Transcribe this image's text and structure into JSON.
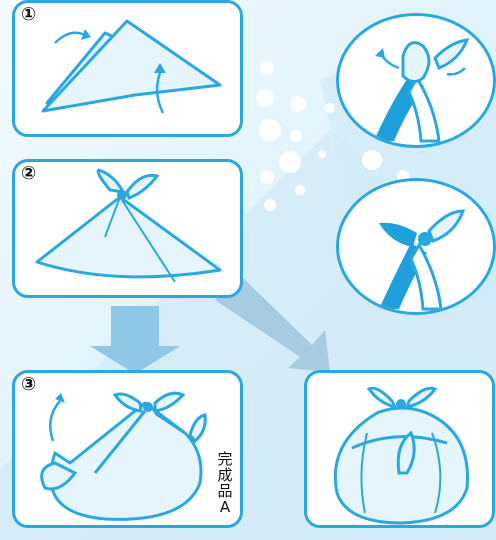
{
  "steps": [
    {
      "number": "①"
    },
    {
      "number": "②"
    },
    {
      "number": "③"
    }
  ],
  "completed_label": "完成品A",
  "colors": {
    "line": "#29a8e0",
    "fill": "#e6f4fc",
    "accent": "#1fa0da",
    "bg": "#e3f3fb"
  }
}
